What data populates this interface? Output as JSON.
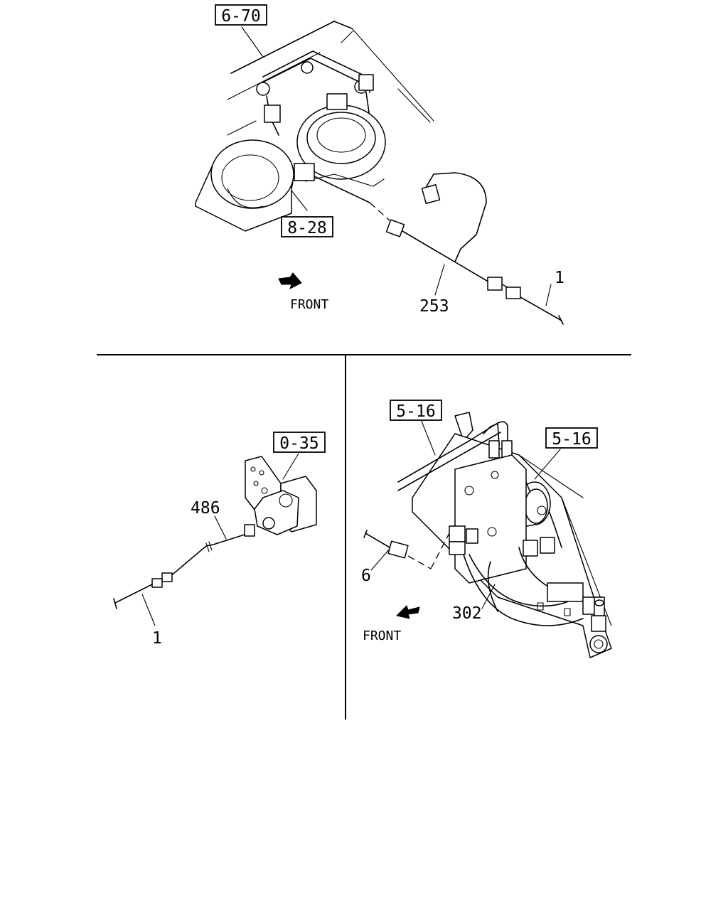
{
  "refs": {
    "top_horn_body": "6-70",
    "top_horn_conn": "8-28",
    "left_bracket": "0-35",
    "right_upper_left": "5-16",
    "right_upper_right": "5-16"
  },
  "parts": {
    "top_harness": "253",
    "top_end": "1",
    "left_harness": "486",
    "left_end": "1",
    "right_harness": "302",
    "right_end": "6"
  },
  "front_labels": {
    "top": "FRONT",
    "right": "FRONT"
  }
}
